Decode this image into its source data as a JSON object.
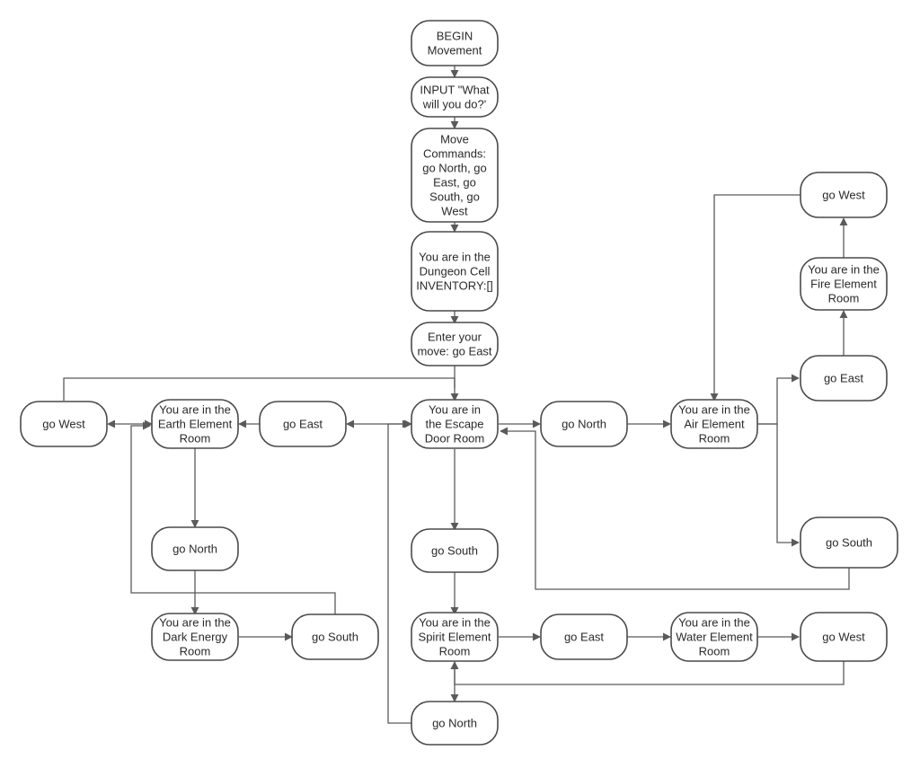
{
  "nodes": [
    {
      "id": "begin",
      "lines": [
        "BEGIN",
        "Movement"
      ]
    },
    {
      "id": "input",
      "lines": [
        "INPUT \"What",
        "will you do?'"
      ]
    },
    {
      "id": "commands",
      "lines": [
        "Move",
        "Commands:",
        "go North, go",
        "East, go",
        "South, go",
        "West"
      ]
    },
    {
      "id": "cell",
      "lines": [
        "You are in the",
        "Dungeon Cell",
        "INVENTORY:[]"
      ]
    },
    {
      "id": "enter",
      "lines": [
        "Enter your",
        "move: go East"
      ]
    },
    {
      "id": "escape",
      "lines": [
        "You are in",
        "the Escape",
        "Door Room"
      ]
    },
    {
      "id": "west-left",
      "lines": [
        "go West"
      ]
    },
    {
      "id": "earth",
      "lines": [
        "You are in the",
        "Earth Element",
        "Room"
      ]
    },
    {
      "id": "east-mid",
      "lines": [
        "go East"
      ]
    },
    {
      "id": "north-mid",
      "lines": [
        "go North"
      ]
    },
    {
      "id": "air",
      "lines": [
        "You are in the",
        "Air Element",
        "Room"
      ]
    },
    {
      "id": "east-right",
      "lines": [
        "go East"
      ]
    },
    {
      "id": "fire",
      "lines": [
        "You are in the",
        "Fire Element",
        "Room"
      ]
    },
    {
      "id": "west-top",
      "lines": [
        "go West"
      ]
    },
    {
      "id": "south-right",
      "lines": [
        "go South"
      ]
    },
    {
      "id": "north-left",
      "lines": [
        "go North"
      ]
    },
    {
      "id": "dark",
      "lines": [
        "You are in the",
        "Dark Energy",
        "Room"
      ]
    },
    {
      "id": "south-left",
      "lines": [
        "go South"
      ]
    },
    {
      "id": "south-center",
      "lines": [
        "go South"
      ]
    },
    {
      "id": "spirit",
      "lines": [
        "You are in the",
        "Spirit Element",
        "Room"
      ]
    },
    {
      "id": "east-bottom",
      "lines": [
        "go East"
      ]
    },
    {
      "id": "water",
      "lines": [
        "You are in the",
        "Water Element",
        "Room"
      ]
    },
    {
      "id": "west-bottom",
      "lines": [
        "go West"
      ]
    },
    {
      "id": "north-bottom",
      "lines": [
        "go North"
      ]
    }
  ]
}
